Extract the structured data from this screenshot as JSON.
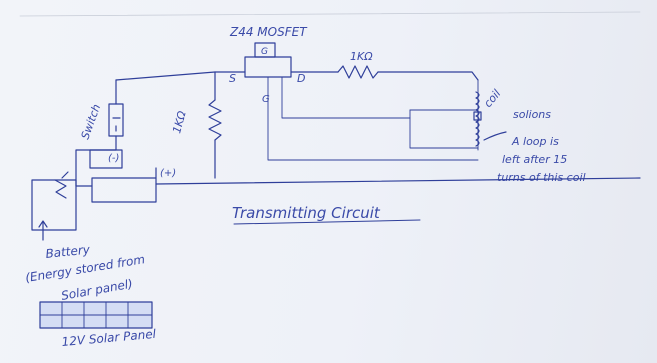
{
  "labels": {
    "mosfet": "Z44 MOSFET",
    "gate_box": "G",
    "source": "S",
    "drain": "D",
    "gate": "G",
    "resistor_top": "1KΩ",
    "resistor_left": "1KΩ",
    "switch": "Switch",
    "coil": "coil",
    "coil_turns": "solions",
    "loop_note_1": "A loop is",
    "loop_note_2": "left after 15",
    "loop_note_3": "turns of this coil",
    "minus": "(-)",
    "plus": "(+)",
    "title": "Transmitting Circuit",
    "battery_1": "Battery",
    "battery_2": "(Energy stored from",
    "battery_3": "Solar panel)",
    "solar": "12V Solar Panel"
  },
  "colors": {
    "ink": "#2f3f9a",
    "paper": "#eef1f8"
  }
}
